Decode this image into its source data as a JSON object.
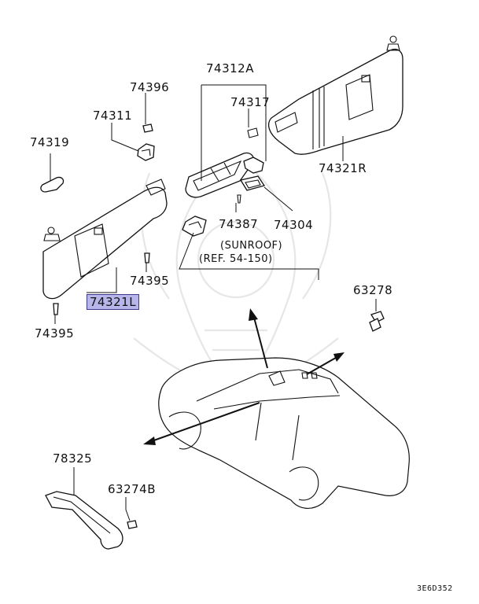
{
  "labels": {
    "mirror": "74312A",
    "mirror_cover": "74317",
    "clip_top": "74396",
    "holder": "74311",
    "sunvisor_holder": "74319",
    "visor_right": "74321R",
    "screw_mirror": "74387",
    "mirror_bracket": "74304",
    "sunroof_note": "(SUNROOF)",
    "sunroof_ref": "(REF. 54-150)",
    "screw_left_upper": "74395",
    "visor_left": "74321L",
    "screw_left_lower": "74395",
    "clip_right": "63278",
    "assist_grip": "78325",
    "grip_screw": "63274B",
    "diagram_code": "3E6D352"
  },
  "highlight_color": "#b8b5ea"
}
